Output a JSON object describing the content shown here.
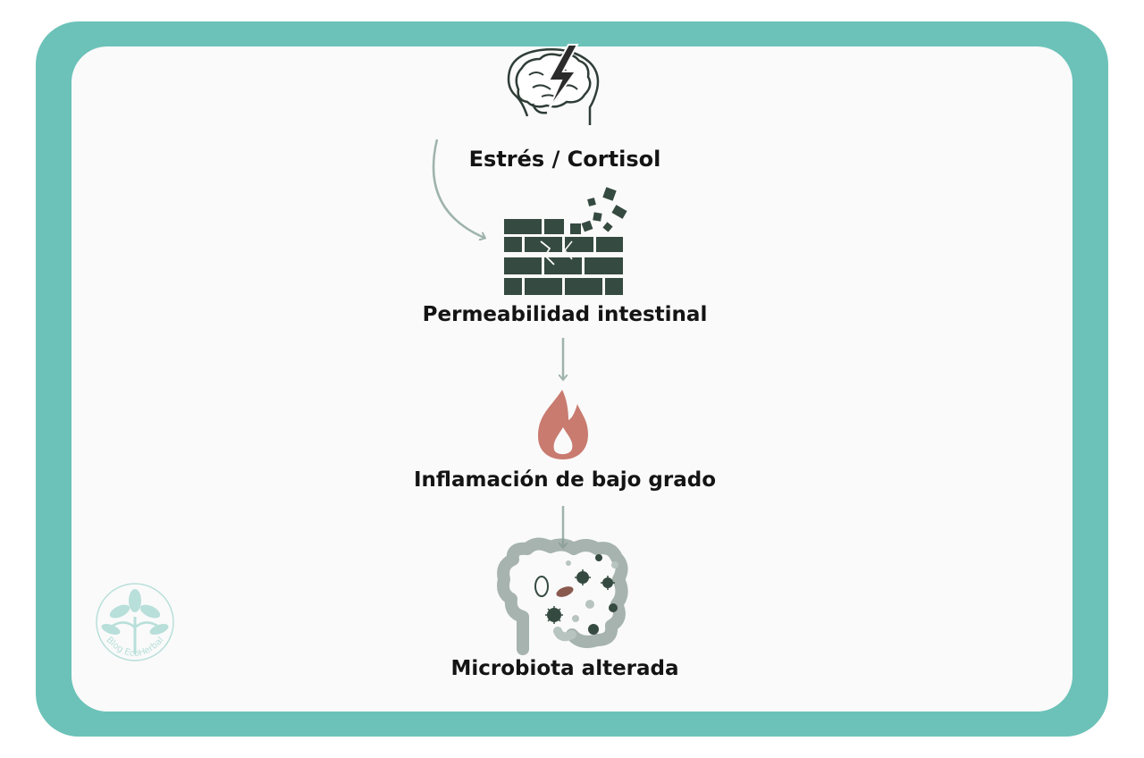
{
  "colors": {
    "frame": "#6cc2b8",
    "card": "#fafafa",
    "icon_dark": "#354a40",
    "arrow": "#9eb3ab",
    "flame": "#c97b70",
    "logo": "#a8d9d2"
  },
  "nodes": [
    {
      "id": "stress",
      "icon": "brain-lightning-icon",
      "label": "Estrés / Cortisol"
    },
    {
      "id": "permeability",
      "icon": "cracked-brick-wall-icon",
      "label": "Permeabilidad intestinal"
    },
    {
      "id": "inflammation",
      "icon": "flame-icon",
      "label": "Inflamación de bajo grado"
    },
    {
      "id": "microbiota",
      "icon": "intestine-microbes-icon",
      "label": "Microbiota alterada"
    }
  ],
  "edges": [
    {
      "from": "stress",
      "to": "permeability",
      "style": "curved"
    },
    {
      "from": "permeability",
      "to": "inflammation",
      "style": "straight"
    },
    {
      "from": "inflammation",
      "to": "microbiota",
      "style": "straight"
    }
  ],
  "watermark": {
    "icon": "tree-leaves-logo",
    "text": "Blog EcoHerbal"
  }
}
